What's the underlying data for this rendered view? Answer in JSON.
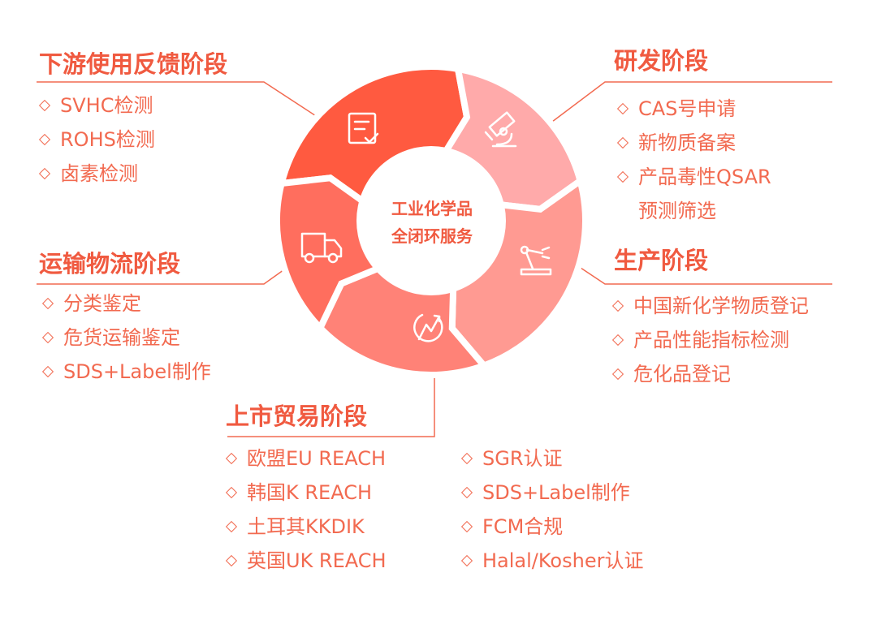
{
  "center": {
    "line1": "工业化学品",
    "line2": "全闭环服务"
  },
  "colors": {
    "accent": "#f05a40",
    "seg_downstream": "#ff5a40",
    "seg_rd": "#ffaaaa",
    "seg_production": "#ff9a92",
    "seg_market": "#ff8277",
    "seg_transport": "#ff6e5e"
  },
  "stages": {
    "downstream": {
      "title": "下游使用反馈阶段",
      "icon": "document-check-icon",
      "items": [
        "SVHC检测",
        "ROHS检测",
        "卤素检测"
      ]
    },
    "rd": {
      "title": "研发阶段",
      "icon": "microscope-icon",
      "items": [
        "CAS号申请",
        "新物质备案",
        "产品毒性QSAR",
        "预测筛选"
      ]
    },
    "production": {
      "title": "生产阶段",
      "icon": "robot-arm-icon",
      "items": [
        "中国新化学物质登记",
        "产品性能指标检测",
        "危化品登记"
      ]
    },
    "transport": {
      "title": "运输物流阶段",
      "icon": "truck-icon",
      "items": [
        "分类鉴定",
        "危货运输鉴定",
        "SDS+Label制作"
      ]
    },
    "market": {
      "title": "上市贸易阶段",
      "icon": "growth-chart-icon",
      "items_left": [
        "欧盟EU REACH",
        "韩国K REACH",
        "土耳其KKDIK",
        "英国UK REACH"
      ],
      "items_right": [
        "SGR认证",
        "SDS+Label制作",
        "FCM合规",
        "Halal/Kosher认证"
      ]
    }
  }
}
